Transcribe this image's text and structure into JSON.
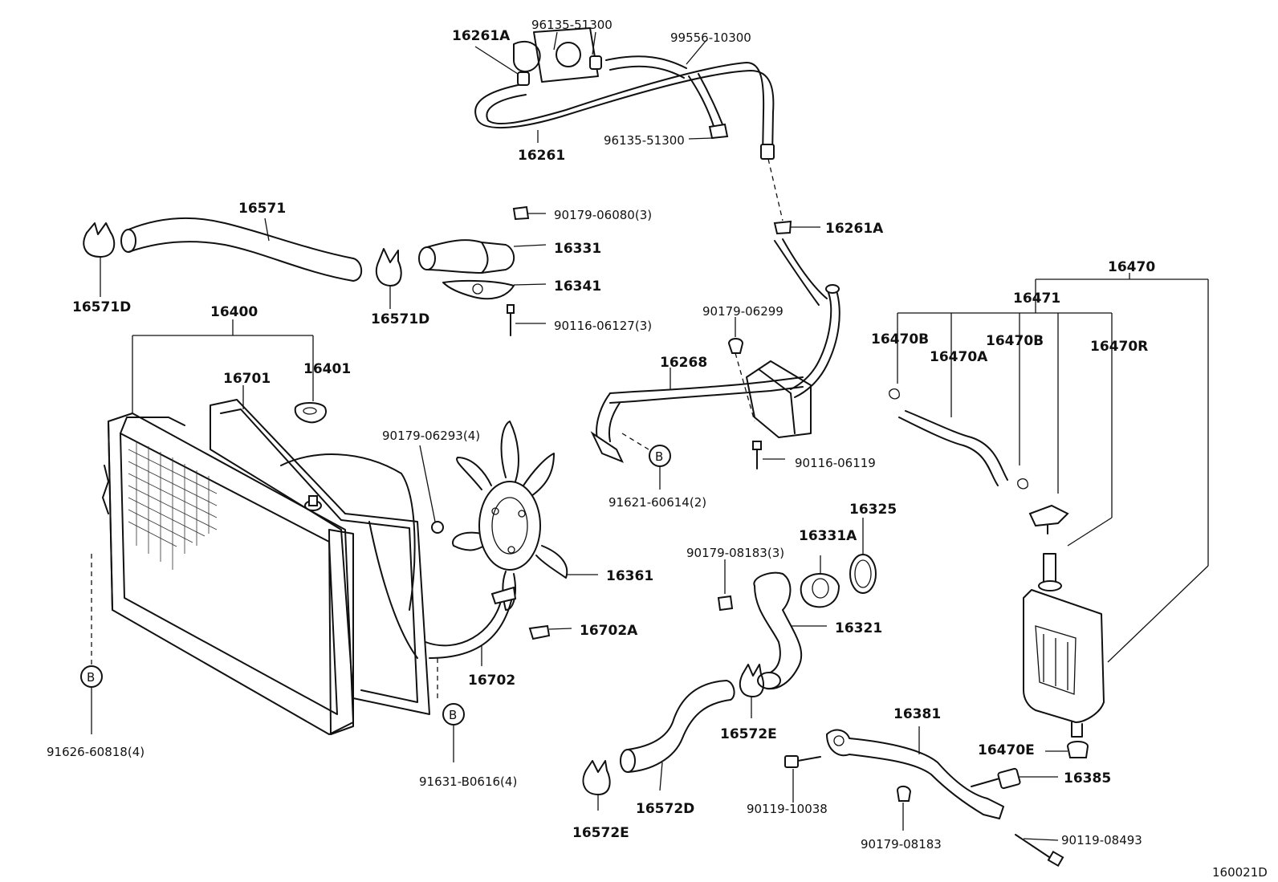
{
  "diagram_id": "160021D",
  "callouts": {
    "c16261A_top": "16261A",
    "c96135_51300_top": "96135-51300",
    "c99556_10300": "99556-10300",
    "c16261": "16261",
    "c96135_51300_mid": "96135-51300",
    "c16571": "16571",
    "c90179_06080": "90179-06080(3)",
    "c16261A_mid": "16261A",
    "c16331": "16331",
    "c16470": "16470",
    "c16571D_left": "16571D",
    "c16341": "16341",
    "c16471": "16471",
    "c16400": "16400",
    "c16571D_right": "16571D",
    "c90116_06127": "90116-06127(3)",
    "c16470B_left": "16470B",
    "c16470B_right": "16470B",
    "c16470A": "16470A",
    "c16470R": "16470R",
    "c90179_06299": "90179-06299",
    "c16268": "16268",
    "c16701": "16701",
    "c16401": "16401",
    "c90179_06293": "90179-06293(4)",
    "c90116_06119": "90116-06119",
    "c91621_60614": "91621-60614(2)",
    "c16325": "16325",
    "c16331A": "16331A",
    "c90179_08183_top": "90179-08183(3)",
    "c16361": "16361",
    "c16321": "16321",
    "c16702A": "16702A",
    "c16702": "16702",
    "c16381": "16381",
    "c16470E": "16470E",
    "c16572E_right": "16572E",
    "c16385": "16385",
    "c91626_60818": "91626-60818(4)",
    "c91631_B0616": "91631-B0616(4)",
    "c16572D": "16572D",
    "c90119_10038": "90119-10038",
    "c16572E_left": "16572E",
    "c90179_08183_bot": "90179-08183",
    "c90119_08493": "90119-08493"
  },
  "markers": {
    "b_radiator": "B",
    "b_shroud": "B",
    "b_pipe": "B"
  }
}
